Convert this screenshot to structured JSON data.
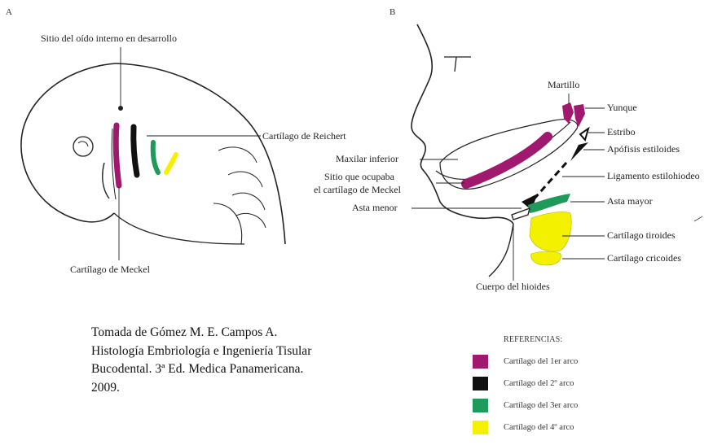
{
  "panel_a": {
    "letter": "A",
    "labels": {
      "inner_ear": "Sitio del oído interno en desarrollo",
      "reichert": "Cartílago de Reichert",
      "meckel": "Cartílago de Meckel"
    }
  },
  "panel_b": {
    "letter": "B",
    "labels": {
      "martillo": "Martillo",
      "yunque": "Yunque",
      "estribo": "Estribo",
      "apofisis": "Apófisis estiloides",
      "maxilar": "Maxilar inferior",
      "sitio_1": "Sitio que ocupaba",
      "sitio_2": "el cartílago de Meckel",
      "ligamento": "Ligamento estilohiodeo",
      "asta_mayor": "Asta mayor",
      "asta_menor": "Asta menor",
      "tiroides": "Cartílago tiroides",
      "cricoides": "Cartílago cricoides",
      "hioides": "Cuerpo del hioides"
    }
  },
  "caption": {
    "line1": "Tomada de Gómez M. E. Campos A.",
    "line2": "Histología Embriología e Ingeniería Tisular",
    "line3": "Bucodental. 3ª Ed.  Medica Panamericana.",
    "line4": "2009."
  },
  "legend": {
    "title": "REFERENCIAS:",
    "items": [
      {
        "label": "Cartílago del 1er arco",
        "color": "#a0196e"
      },
      {
        "label": "Cartílago del 2º arco",
        "color": "#111111"
      },
      {
        "label": "Cartílago del 3er arco",
        "color": "#1e9a5a"
      },
      {
        "label": "Cartílago del 4º arco",
        "color": "#f3f000"
      }
    ]
  }
}
